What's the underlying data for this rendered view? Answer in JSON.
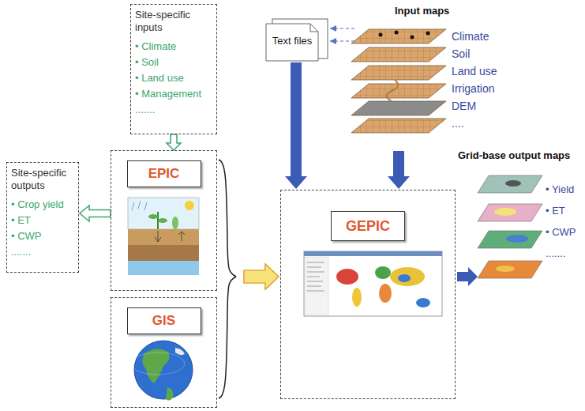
{
  "diagram": {
    "nodes": [
      {
        "text": [
          "Site-specific inputs",
          "• Climate",
          "• Soil",
          "• Land use",
          "• Management",
          "......."
        ]
      },
      {
        "text": [
          "Site-specific outputs",
          "• Crop yield",
          "• ET",
          "• CWP",
          "......."
        ]
      },
      {
        "text": [
          "EPIC"
        ]
      },
      {
        "text": [
          "GIS"
        ]
      },
      {
        "text": [
          "Text files"
        ]
      },
      {
        "text": [
          "GEPIC"
        ]
      },
      {
        "text": [
          "Input maps",
          "Climate",
          "Soil",
          "Land use",
          "Irrigation",
          "DEM",
          "...."
        ]
      },
      {
        "text": [
          "Grid-base output maps",
          "• Yield",
          "• ET",
          "• CWP",
          "......."
        ]
      }
    ],
    "edges": [
      {
        "from": 0,
        "to": 2,
        "arrow": "to"
      },
      {
        "from": 2,
        "to": 1,
        "arrow": "to"
      },
      {
        "from": 6,
        "to": 4,
        "arrow": "to"
      },
      {
        "from": 6,
        "to": 4,
        "arrow": "to"
      },
      {
        "from": 4,
        "to": 5,
        "arrow": "to"
      },
      {
        "from": 6,
        "to": 5,
        "arrow": "to"
      },
      {
        "from": 2,
        "to": 5,
        "arrow": "to"
      },
      {
        "from": 3,
        "to": 5,
        "arrow": "to"
      },
      {
        "from": 5,
        "to": 7,
        "arrow": "to"
      }
    ]
  }
}
